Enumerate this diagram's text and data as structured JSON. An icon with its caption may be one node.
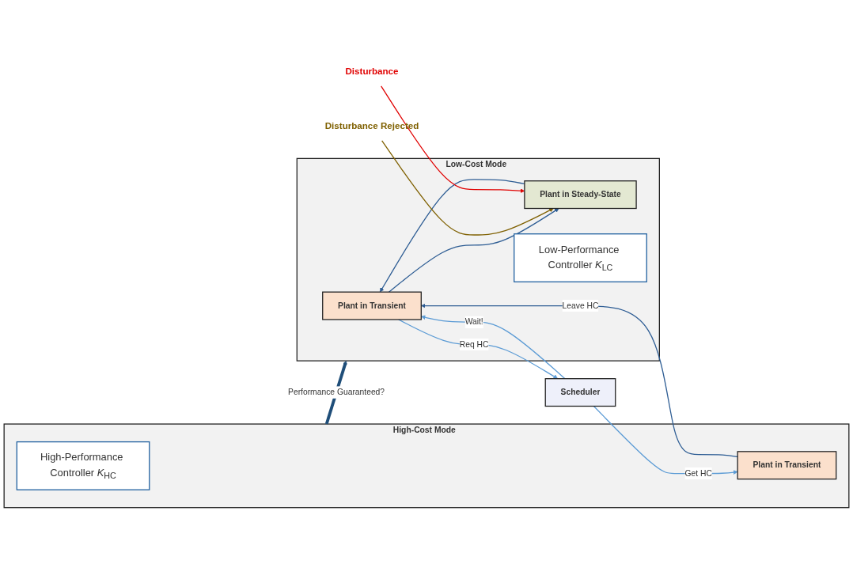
{
  "diagram": {
    "nodes": [
      {
        "text": [
          "High-Cost Mode"
        ]
      },
      {
        "text": [
          "High-Performance Controller *K*$_{HC}$"
        ],
        "in": 0
      },
      {
        "text": [
          "Plant in Transient"
        ],
        "in": 0
      },
      {
        "text": [
          "Low-Cost Mode"
        ]
      },
      {
        "text": [
          "Low-Performance Controller *K*$_{LC}$"
        ],
        "in": 3
      },
      {
        "text": [
          "Plant in Transient"
        ],
        "in": 3
      },
      {
        "text": [
          "Plant in Steady-State"
        ],
        "in": 3
      },
      {
        "text": [
          "Disturbance Rejected"
        ]
      },
      {
        "text": [
          "Disturbance"
        ]
      },
      {
        "text": [
          "Scheduler"
        ]
      }
    ],
    "edges": [
      {
        "from": 0,
        "to": 3,
        "arrow": "to",
        "label": "Performance Guaranteed?",
        "style": "thick",
        "color": "#1f4e79"
      },
      {
        "from": 2,
        "to": 5,
        "arrow": "to",
        "label": "Leave HC",
        "color": "#2e5d94"
      },
      {
        "from": 5,
        "to": 6,
        "arrow": "to",
        "color": "#2e5d94"
      },
      {
        "from": 6,
        "to": 5,
        "arrow": "to",
        "color": "#2e5d94"
      },
      {
        "from": 5,
        "to": 9,
        "arrow": "to",
        "label": "Req HC"
      },
      {
        "from": 9,
        "to": 5,
        "arrow": "to",
        "label": "Wait!"
      },
      {
        "from": 9,
        "to": 2,
        "arrow": "to",
        "label": "Get HC"
      },
      {
        "from": 7,
        "to": 6,
        "arrow": "to",
        "color": "#7f6000"
      },
      {
        "from": 8,
        "to": 6,
        "arrow": "to",
        "color": "#e00000"
      }
    ]
  }
}
